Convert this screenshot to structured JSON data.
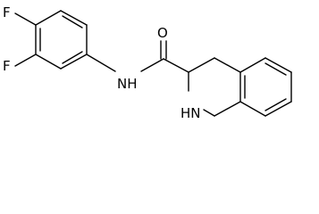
{
  "atoms": {
    "f_top": "F",
    "f_left": "F",
    "nh_amide": "NH",
    "o_carbonyl": "O",
    "nh_ring": "HN"
  },
  "colors": {
    "bond": "#000000",
    "text": "#000000",
    "background": "#ffffff"
  }
}
